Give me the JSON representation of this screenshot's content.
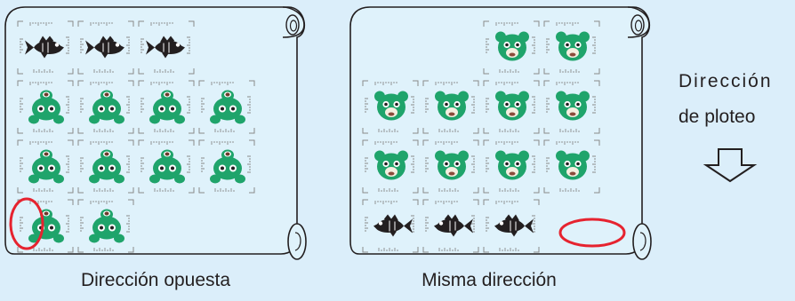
{
  "labels": {
    "left_caption": "Dirección opuesta",
    "right_caption": "Misma dirección",
    "direction_line1": "Dirección",
    "direction_line2": "de ploteo"
  },
  "colors": {
    "background": "#dbeefa",
    "sheet": "#dff2fb",
    "outline": "#231f20",
    "frog_green": "#1fa46b",
    "bear_green": "#1fa46b",
    "fish_dark": "#231f20",
    "highlight": "#e6232f",
    "mark_grey": "#8a8a8a"
  },
  "panels": [
    {
      "name": "opposite-direction",
      "rows": [
        {
          "kind": "fish",
          "count": 3,
          "facing": "right"
        },
        {
          "kind": "frog",
          "count": 4
        },
        {
          "kind": "frog",
          "count": 4
        },
        {
          "kind": "frog",
          "count": 2
        }
      ],
      "highlight": "bottom-left"
    },
    {
      "name": "same-direction",
      "rows": [
        {
          "kind": "bear",
          "count": 2,
          "align": "right"
        },
        {
          "kind": "bear",
          "count": 4
        },
        {
          "kind": "bear",
          "count": 4
        },
        {
          "kind": "fish",
          "count": 3,
          "facing": "left"
        }
      ],
      "highlight": "bottom-right"
    }
  ],
  "icons": [
    "down-arrow-icon",
    "scroll-curl-icon"
  ]
}
